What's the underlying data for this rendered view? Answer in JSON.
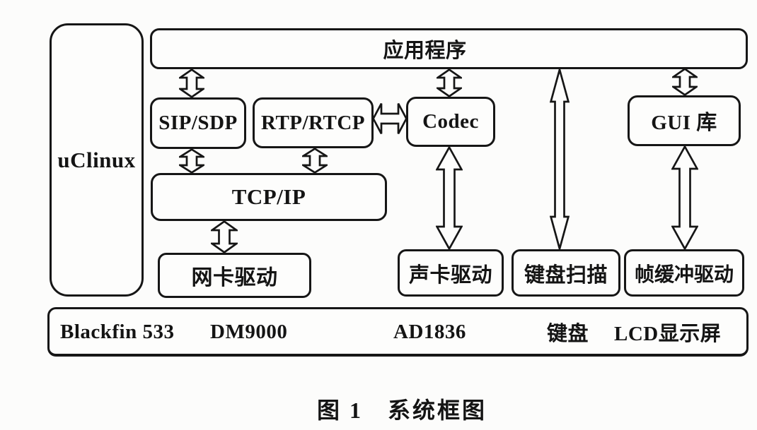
{
  "figure": {
    "os_label": "uClinux",
    "application_layer_label": "应用程序",
    "modules": {
      "sip_sdp": "SIP/SDP",
      "rtp_rtcp": "RTP/RTCP",
      "codec": "Codec",
      "gui_lib": "GUI 库",
      "tcp_ip": "TCP/IP"
    },
    "drivers": {
      "network": "网卡驱动",
      "sound": "声卡驱动",
      "keyboard_scan": "键盘扫描",
      "framebuffer": "帧缓冲驱动"
    },
    "hardware": {
      "cpu": "Blackfin 533",
      "ethernet_chip": "DM9000",
      "audio_chip": "AD1836",
      "keyboard": "键盘",
      "lcd": "LCD显示屏"
    },
    "caption": "图 1　系统框图",
    "colors": {
      "line": "#161616",
      "background": "#fcfcfb"
    }
  }
}
